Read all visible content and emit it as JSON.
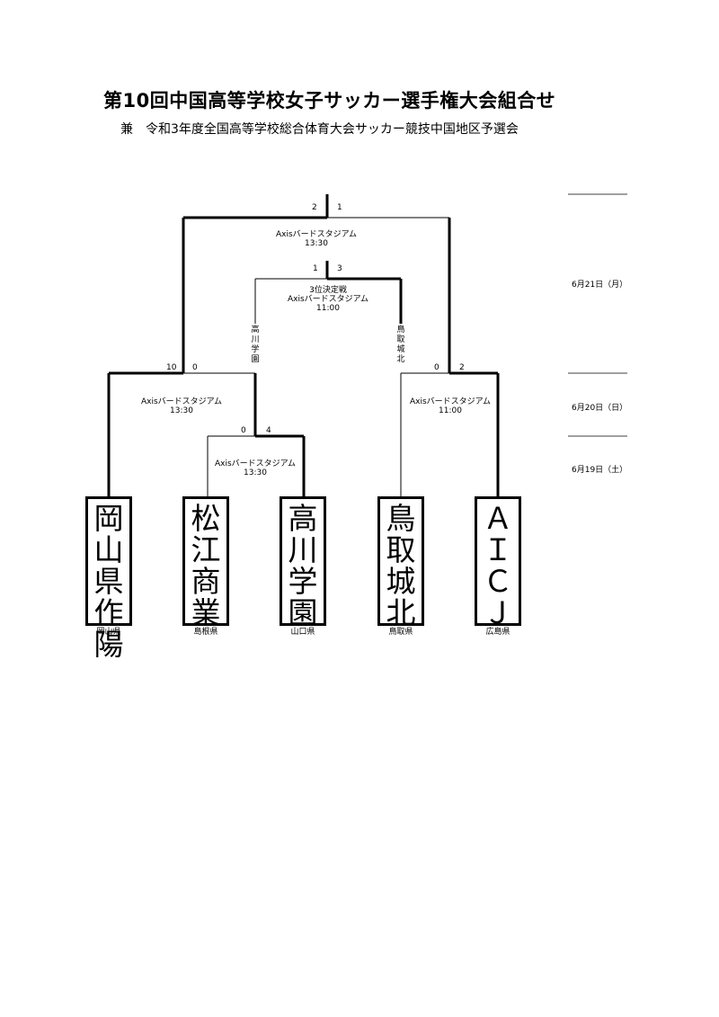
{
  "header": {
    "title": "第10回中国高等学校女子サッカー選手権大会組合せ",
    "subtitle": "兼　令和3年度全国高等学校総合体育大会サッカー競技中国地区予選会"
  },
  "teams": [
    {
      "name": "岡山県作陽",
      "pref": "岡山県"
    },
    {
      "name": "松江商業",
      "pref": "島根県"
    },
    {
      "name": "高川学園",
      "pref": "山口県"
    },
    {
      "name": "鳥取城北",
      "pref": "鳥取県"
    },
    {
      "name": "ＡＩＣＪ",
      "pref": "広島県"
    }
  ],
  "matches": {
    "r1": {
      "venue": "Axisバードスタジアム",
      "time": "13:30",
      "score_left": "0",
      "score_right": "4"
    },
    "sf_left": {
      "venue": "Axisバードスタジアム",
      "time": "13:30",
      "score_left": "10",
      "score_right": "0"
    },
    "sf_right": {
      "venue": "Axisバードスタジアム",
      "time": "11:00",
      "score_left": "0",
      "score_right": "2"
    },
    "third": {
      "label": "3位決定戦",
      "venue": "Axisバードスタジアム",
      "time": "11:00",
      "score_left": "1",
      "score_right": "3"
    },
    "final": {
      "venue": "Axisバードスタジアム",
      "time": "13:30",
      "score_left": "2",
      "score_right": "1"
    }
  },
  "third_place_entrants": {
    "left": "高川学園",
    "right": "鳥取城北"
  },
  "dates": {
    "d1": "6月19日（土）",
    "d2": "6月20日（日）",
    "d3": "6月21日（月）"
  }
}
